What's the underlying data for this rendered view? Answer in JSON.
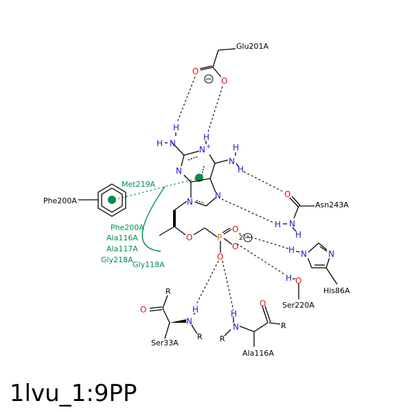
{
  "title": "1lvu_1:9PP",
  "atoms": {
    "n_amino2": "N",
    "h_amino2a": "H",
    "h_amino2b": "H",
    "n1_plus": "N",
    "plus": "+",
    "h_n1": "H",
    "n3": "N",
    "n9": "N",
    "n7": "N",
    "n6": "N",
    "h_n6a": "H",
    "h_n6b": "H",
    "o_ether": "O",
    "p": "P",
    "o_p1": "O",
    "o_p2": "O",
    "o_p3": "O",
    "charge_2": "2"
  },
  "residues": {
    "glu201": {
      "name": "Glu201A",
      "o1": "O",
      "o2": "O"
    },
    "asn243": {
      "name": "Asn243A",
      "o": "O",
      "n": "N",
      "h1": "H",
      "h2": "H"
    },
    "his86": {
      "name": "His86A",
      "n1": "N",
      "n2": "N",
      "h": "H"
    },
    "ser220": {
      "name": "Ser220A",
      "o": "O",
      "h": "H"
    },
    "ser33": {
      "name": "Ser33A",
      "o": "O",
      "n": "N",
      "h": "H",
      "r1": "R",
      "r2": "R"
    },
    "ala116": {
      "name": "Ala116A",
      "o": "O",
      "n": "N",
      "h": "H",
      "r1": "R",
      "r2": "R"
    },
    "phe200": {
      "name": "Phe200A"
    }
  },
  "hydrophobic": {
    "met219": "Met219A",
    "list": [
      "Phe200A",
      "Ala116A",
      "Ala117A",
      "Gly218A",
      "Gly118A"
    ]
  }
}
